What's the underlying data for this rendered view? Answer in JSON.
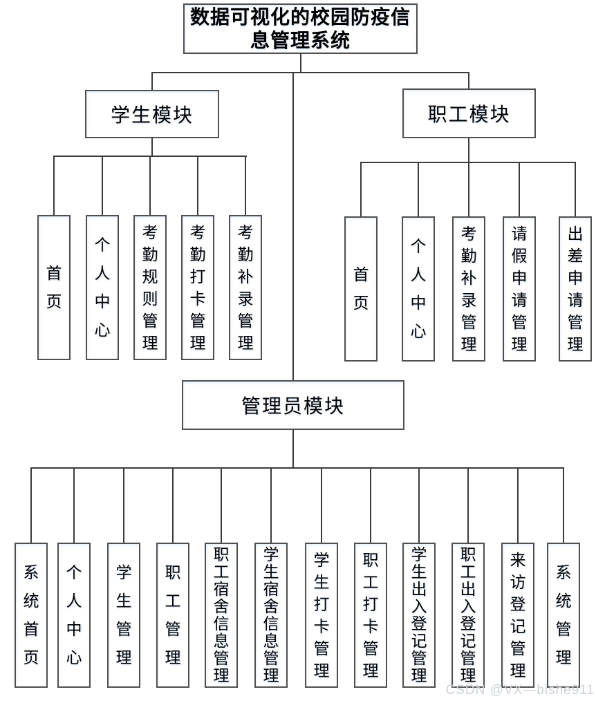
{
  "diagram": {
    "title": "数据可视化的校园防疫信息管理系统",
    "modules": [
      {
        "label": "学生模块",
        "children": [
          "首页",
          "个人中心",
          "考勤规则管理",
          "考勤打卡管理",
          "考勤补录管理"
        ]
      },
      {
        "label": "职工模块",
        "children": [
          "首页",
          "个人中心",
          "考勤补录管理",
          "请假申请管理",
          "出差申请管理"
        ]
      },
      {
        "label": "管理员模块",
        "children": [
          "系统首页",
          "个人中心",
          "学生管理",
          "职工管理",
          "职工宿舍信息管理",
          "学生宿舍信息管理",
          "学生打卡管理",
          "职工打卡管理",
          "学生出入登记管理",
          "职工出入登记管理",
          "来访登记管理",
          "系统管理"
        ]
      }
    ]
  },
  "watermark": "CSDN @VX—bishe911",
  "colors": {
    "background": "#ffffff",
    "box_border": "#4f4f4f",
    "connector_line": "#3a3a3a",
    "text": "#000000",
    "watermark_text": "#ccd1d7"
  }
}
